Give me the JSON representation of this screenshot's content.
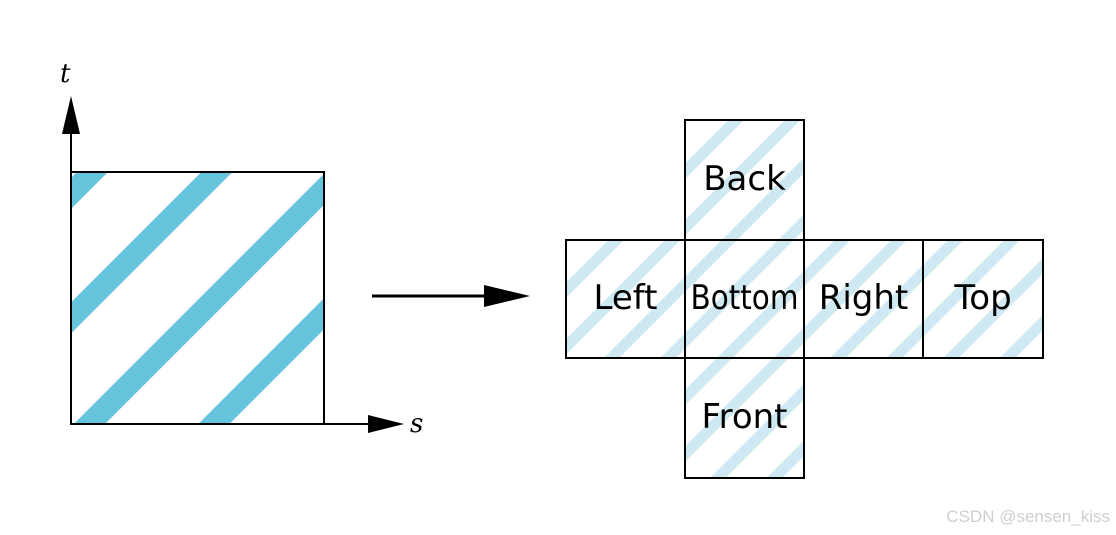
{
  "axes": {
    "vertical_label": "t",
    "horizontal_label": "s"
  },
  "cube_faces": {
    "back": "Back",
    "left": "Left",
    "bottom": "Bottom",
    "right": "Right",
    "top": "Top",
    "front": "Front"
  },
  "colors": {
    "stripe_strong": "#66c3dc",
    "stripe_light": "#cfe9f3",
    "line": "#000000"
  },
  "watermark": "CSDN @sensen_kiss"
}
